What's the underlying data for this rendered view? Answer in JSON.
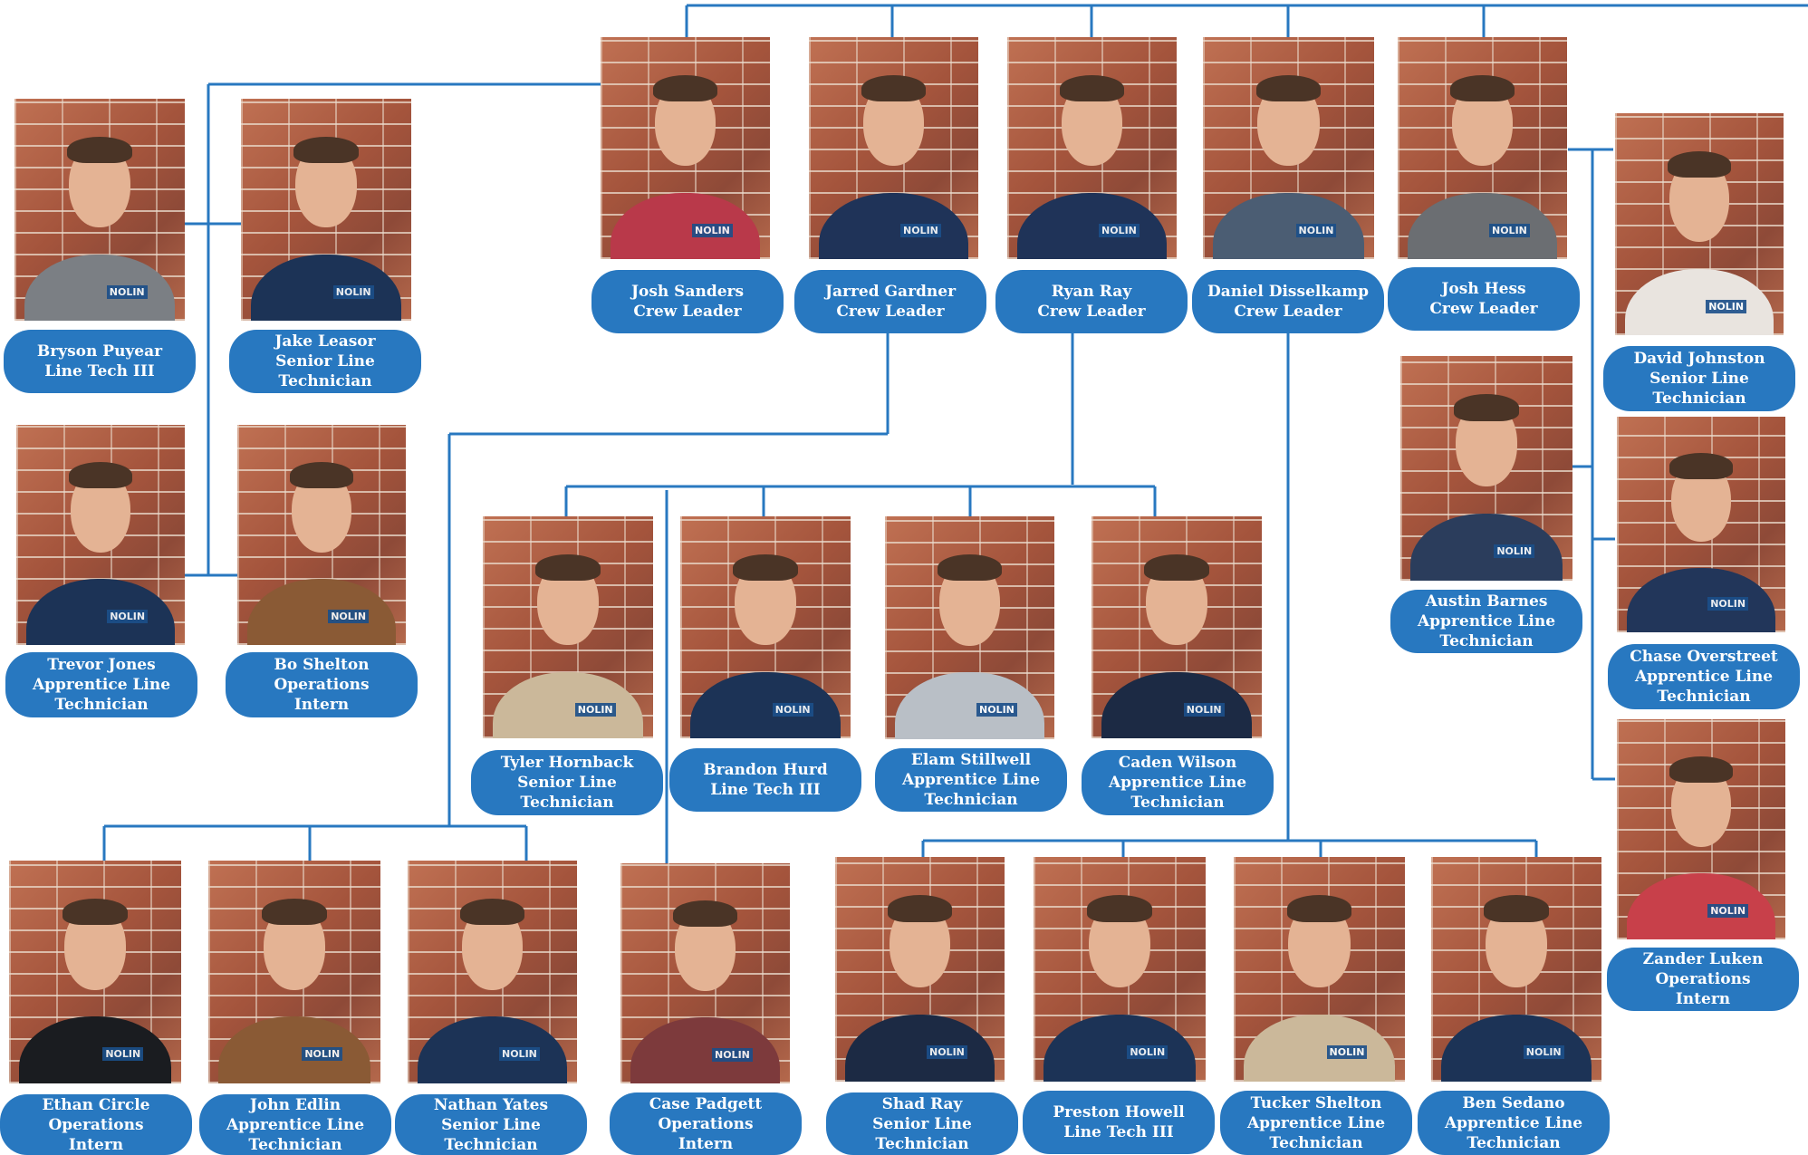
{
  "people": [
    {
      "id": "josh-sanders",
      "name": "Josh Sanders",
      "title_lines": [
        "Crew Leader"
      ],
      "shirt": "#b9394a"
    },
    {
      "id": "jarred-gardner",
      "name": "Jarred Gardner",
      "title_lines": [
        "Crew Leader"
      ],
      "shirt": "#1f3358"
    },
    {
      "id": "ryan-ray",
      "name": "Ryan Ray",
      "title_lines": [
        "Crew Leader"
      ],
      "shirt": "#1f3358"
    },
    {
      "id": "daniel-disselkamp",
      "name": "Daniel Disselkamp",
      "title_lines": [
        "Crew Leader"
      ],
      "shirt": "#4b5d73"
    },
    {
      "id": "josh-hess",
      "name": "Josh Hess",
      "title_lines": [
        "Crew Leader"
      ],
      "shirt": "#6b6e72"
    },
    {
      "id": "bryson-puyear",
      "name": "Bryson Puyear",
      "title_lines": [
        "Line Tech III"
      ],
      "shirt": "#7b7f84"
    },
    {
      "id": "jake-leasor",
      "name": "Jake Leasor",
      "title_lines": [
        "Senior Line",
        "Technician"
      ],
      "shirt": "#1c3356"
    },
    {
      "id": "trevor-jones",
      "name": "Trevor Jones",
      "title_lines": [
        "Apprentice Line",
        "Technician"
      ],
      "shirt": "#1c3356"
    },
    {
      "id": "bo-shelton",
      "name": "Bo Shelton",
      "title_lines": [
        "Operations",
        "Intern"
      ],
      "shirt": "#8a5a35"
    },
    {
      "id": "david-johnston",
      "name": "David Johnston",
      "title_lines": [
        "Senior Line",
        "Technician"
      ],
      "shirt": "#e9e4df"
    },
    {
      "id": "austin-barnes",
      "name": "Austin Barnes",
      "title_lines": [
        "Apprentice Line",
        "Technician"
      ],
      "shirt": "#2b3d5c"
    },
    {
      "id": "chase-overstreet",
      "name": "Chase Overstreet",
      "title_lines": [
        "Apprentice Line",
        "Technician"
      ],
      "shirt": "#22365a"
    },
    {
      "id": "zander-luken",
      "name": "Zander Luken",
      "title_lines": [
        "Operations",
        "Intern"
      ],
      "shirt": "#c8404a"
    },
    {
      "id": "tyler-hornback",
      "name": "Tyler Hornback",
      "title_lines": [
        "Senior Line",
        "Technician"
      ],
      "shirt": "#cbb89a"
    },
    {
      "id": "brandon-hurd",
      "name": "Brandon Hurd",
      "title_lines": [
        "Line Tech III"
      ],
      "shirt": "#1c3356"
    },
    {
      "id": "elam-stillwell",
      "name": "Elam Stillwell",
      "title_lines": [
        "Apprentice Line",
        "Technician"
      ],
      "shirt": "#b9bfc6"
    },
    {
      "id": "caden-wilson",
      "name": "Caden Wilson",
      "title_lines": [
        "Apprentice Line",
        "Technician"
      ],
      "shirt": "#1c2a44"
    },
    {
      "id": "ethan-circle",
      "name": "Ethan Circle",
      "title_lines": [
        "Operations",
        "Intern"
      ],
      "shirt": "#1a1c20"
    },
    {
      "id": "john-edlin",
      "name": "John Edlin",
      "title_lines": [
        "Apprentice Line",
        "Technician"
      ],
      "shirt": "#8a5a35"
    },
    {
      "id": "nathan-yates",
      "name": "Nathan Yates",
      "title_lines": [
        "Senior Line",
        "Technician"
      ],
      "shirt": "#1c3356"
    },
    {
      "id": "case-padgett",
      "name": "Case Padgett",
      "title_lines": [
        "Operations",
        "Intern"
      ],
      "shirt": "#7d3a3c"
    },
    {
      "id": "shad-ray",
      "name": "Shad Ray",
      "title_lines": [
        "Senior Line",
        "Technician"
      ],
      "shirt": "#1c2a44"
    },
    {
      "id": "preston-howell",
      "name": "Preston Howell",
      "title_lines": [
        "Line Tech III"
      ],
      "shirt": "#1c3356"
    },
    {
      "id": "tucker-shelton",
      "name": "Tucker Shelton",
      "title_lines": [
        "Apprentice Line",
        "Technician"
      ],
      "shirt": "#cbb89a"
    },
    {
      "id": "ben-sedano",
      "name": "Ben Sedano",
      "title_lines": [
        "Apprentice Line",
        "Technician"
      ],
      "shirt": "#1c3356"
    }
  ],
  "logo_text": "NOLIN",
  "colors": {
    "label_bg": "#2878c0",
    "label_text": "#ffffff",
    "connector": "#2878c0"
  }
}
